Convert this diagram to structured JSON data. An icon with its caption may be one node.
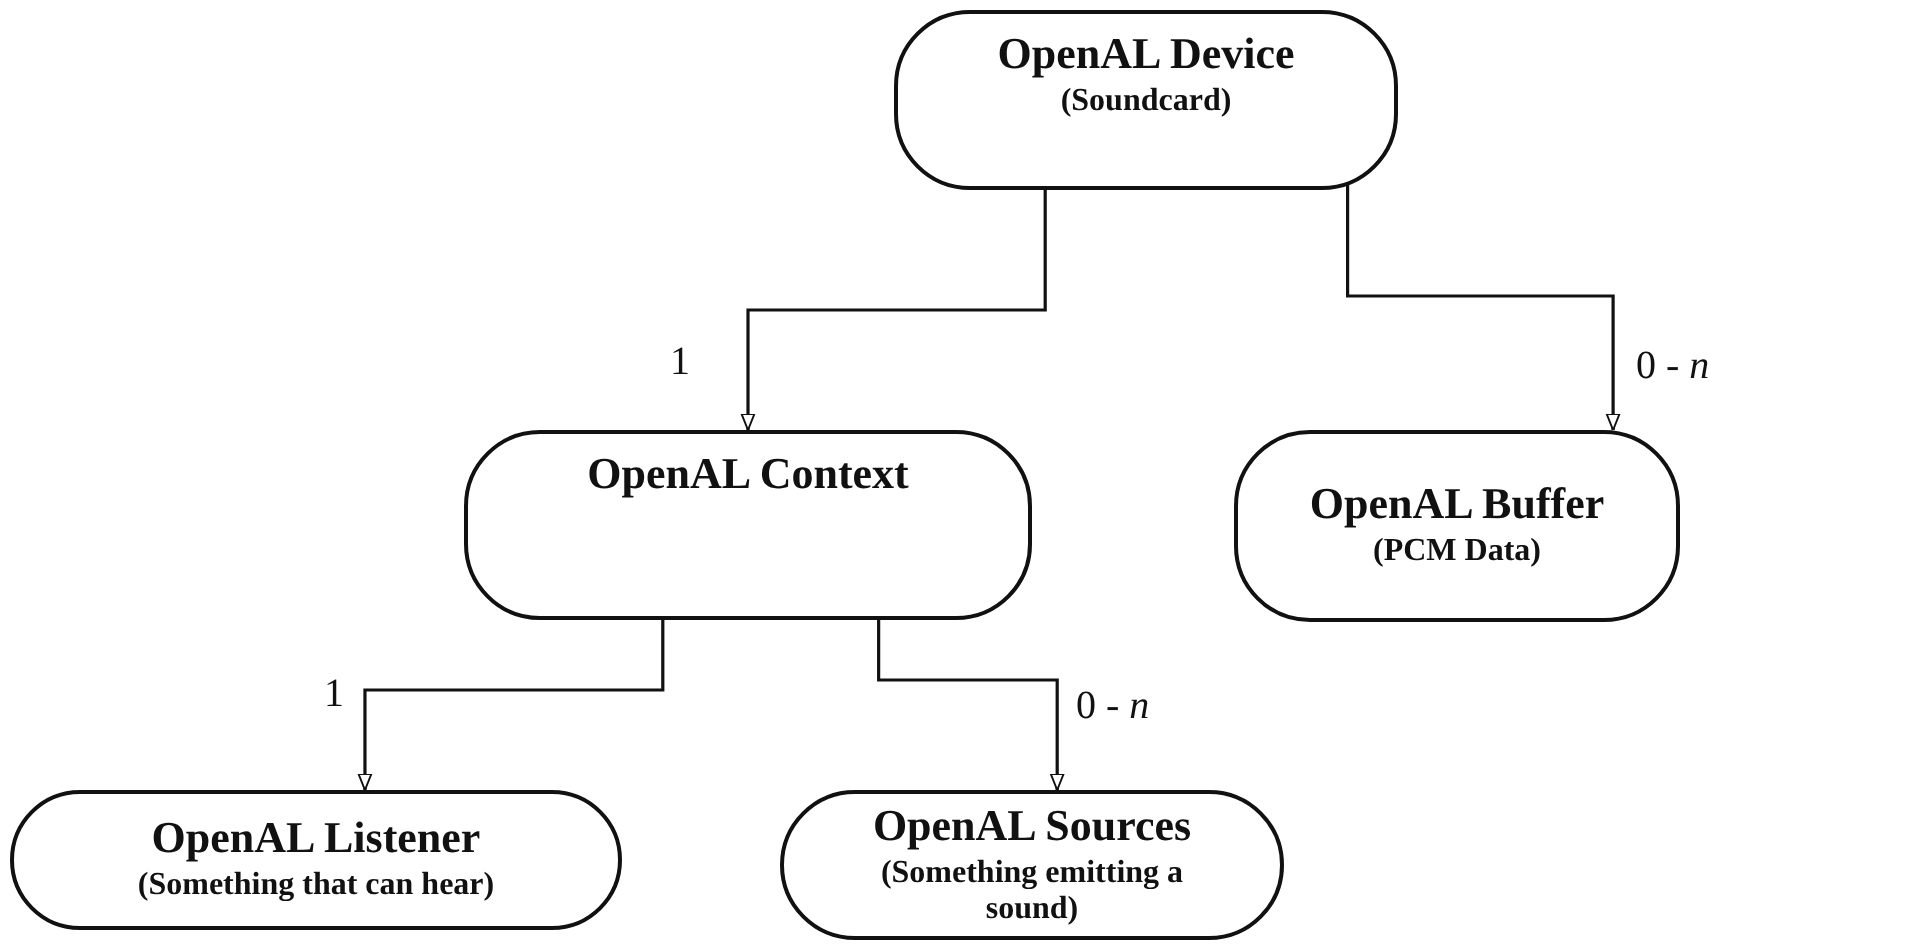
{
  "diagram": {
    "nodes": [
      {
        "text": [
          "OpenAL Device",
          "(Soundcard)"
        ]
      },
      {
        "text": [
          "OpenAL Context"
        ]
      },
      {
        "text": [
          "OpenAL Buffer",
          "(PCM Data)"
        ]
      },
      {
        "text": [
          "OpenAL Listener",
          "(Something that can hear)"
        ]
      },
      {
        "text": [
          "OpenAL Sources",
          "(Something emitting a sound)"
        ]
      }
    ],
    "edges": [
      {
        "from": 0,
        "to": 1,
        "arrow": "to",
        "label": "1"
      },
      {
        "from": 0,
        "to": 2,
        "arrow": "to",
        "label": "0 - *n*"
      },
      {
        "from": 1,
        "to": 3,
        "arrow": "to",
        "label": "1"
      },
      {
        "from": 1,
        "to": 4,
        "arrow": "to",
        "label": "0 - *n*"
      }
    ]
  }
}
